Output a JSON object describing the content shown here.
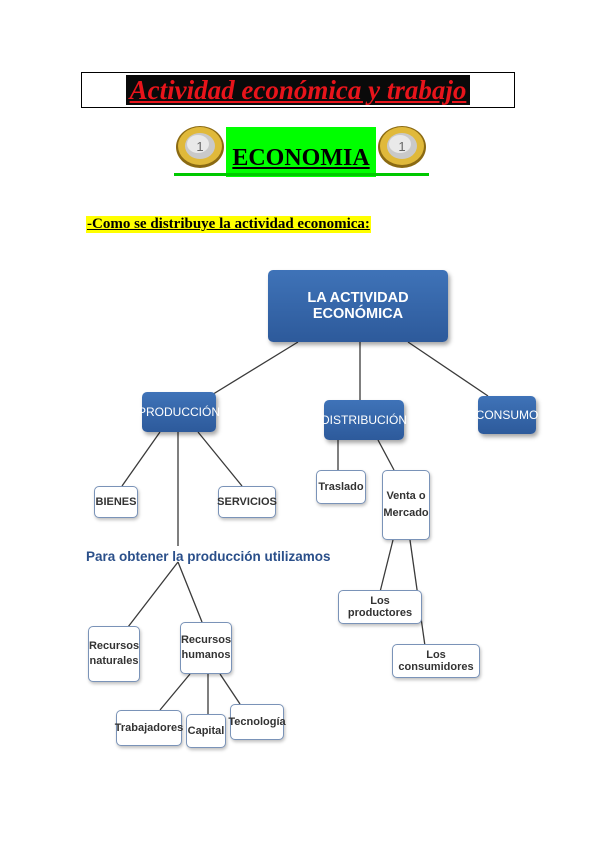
{
  "header": {
    "title": "Actividad económica y trabajo",
    "subtitle": "ECONOMIA"
  },
  "section": {
    "heading": "-Como se distribuye la actividad economica:"
  },
  "concept_map": {
    "root": "LA ACTIVIDAD ECONÓMICA",
    "produccion": "PRODUCCIÓN",
    "distribucion": "DISTRIBUCIÓN",
    "consumo": "CONSUMO",
    "bienes": "BIENES",
    "servicios": "SERVICIOS",
    "para_obtener": "Para obtener la producción utilizamos",
    "recursos_naturales": "Recursos naturales",
    "recursos_humanos": "Recursos humanos",
    "trabajadores": "Trabajadores",
    "capital": "Capital",
    "tecnologia": "Tecnología",
    "traslado": "Traslado",
    "venta_mercado": "Venta o Mercado",
    "los_productores": "Los productores",
    "los_consumidores": "Los consumidores"
  },
  "colors": {
    "title_red": "#e8141b",
    "green_block": "#00ff00",
    "highlight_yellow": "#ffff00",
    "node_blue": "#2d5a9b"
  },
  "icons": [
    "euro-coin-icon",
    "euro-coin-icon"
  ]
}
